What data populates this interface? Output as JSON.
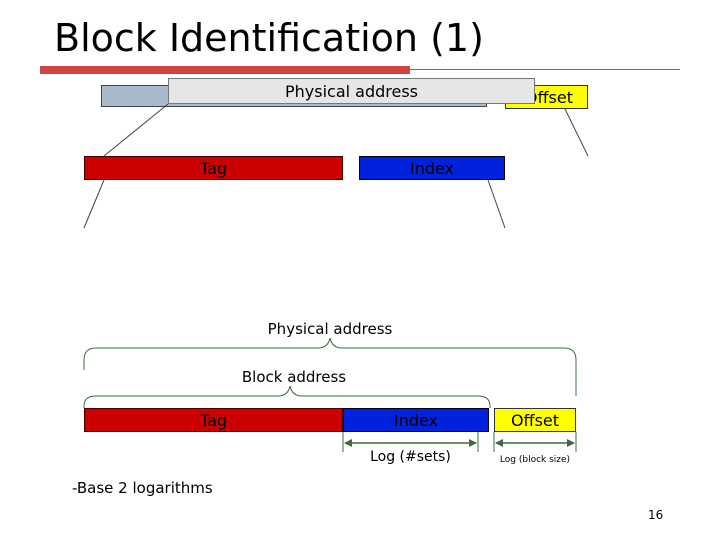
{
  "slide": {
    "title": "Block Identification (1)",
    "page_number": "16",
    "footnote": "-Base 2 logarithms"
  },
  "top_diagram": {
    "physical_address_label": "Physical address",
    "offset_label": "Offset",
    "tag_label": "Tag",
    "index_label": "Index"
  },
  "bottom_diagram": {
    "physical_address_label": "Physical address",
    "block_address_label": "Block address",
    "tag_label": "Tag",
    "index_label": "Index",
    "offset_label": "Offset",
    "index_width_label": "Log (#sets)",
    "offset_width_label": "Log (block size)"
  },
  "colors": {
    "tag": "#cc0000",
    "index": "#0022dd",
    "offset": "#ffff00",
    "address_bar": "#a9b9cc",
    "callout": "#e6e6e6",
    "accent": "#d04444",
    "brace": "#3d6b3d"
  }
}
